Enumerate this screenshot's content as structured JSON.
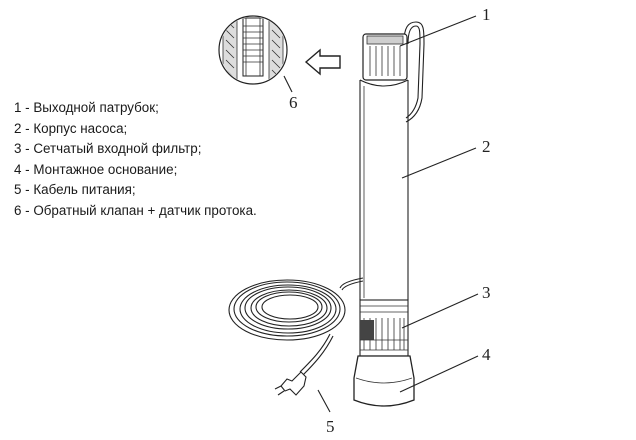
{
  "legend": [
    {
      "num": "1",
      "text": "1 - Выходной патрубок;"
    },
    {
      "num": "2",
      "text": "2 - Корпус насоса;"
    },
    {
      "num": "3",
      "text": "3 - Сетчатый входной фильтр;"
    },
    {
      "num": "4",
      "text": "4 - Монтажное основание;"
    },
    {
      "num": "5",
      "text": "5 - Кабель питания;"
    },
    {
      "num": "6",
      "text": "6 - Обратный клапан + датчик протока."
    }
  ],
  "callouts": [
    "1",
    "2",
    "3",
    "4",
    "5",
    "6"
  ],
  "icons": {
    "arrow": "arrow-left-icon",
    "plug": "power-plug-icon"
  }
}
